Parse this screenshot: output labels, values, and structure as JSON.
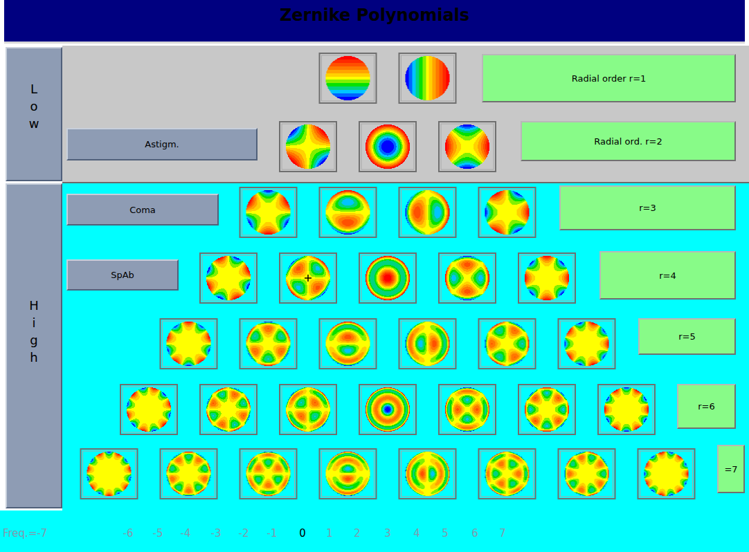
{
  "diagram": {
    "title": "Zernike Polynomials",
    "nodes": [
      {
        "text": [
          "L o w"
        ]
      },
      {
        "text": [
          "Radial order r=1"
        ]
      },
      {
        "text": [
          "Astigm."
        ]
      },
      {
        "text": [
          "Radial ord. r=2"
        ]
      },
      {
        "text": [
          "H i g h"
        ]
      },
      {
        "text": [
          "Coma"
        ]
      },
      {
        "text": [
          "r=3"
        ]
      },
      {
        "text": [
          "SpAb"
        ]
      },
      {
        "text": [
          "r=4"
        ]
      },
      {
        "text": [
          "r=5"
        ]
      },
      {
        "text": [
          "r=6"
        ]
      },
      {
        "text": [
          "=7"
        ]
      }
    ],
    "labels": [
      "Freq.=-7",
      "-6",
      "-5",
      "-4",
      "-3",
      "-2",
      "-1",
      "0",
      "1",
      "2",
      "3",
      "4",
      "5",
      "6",
      "7"
    ]
  }
}
